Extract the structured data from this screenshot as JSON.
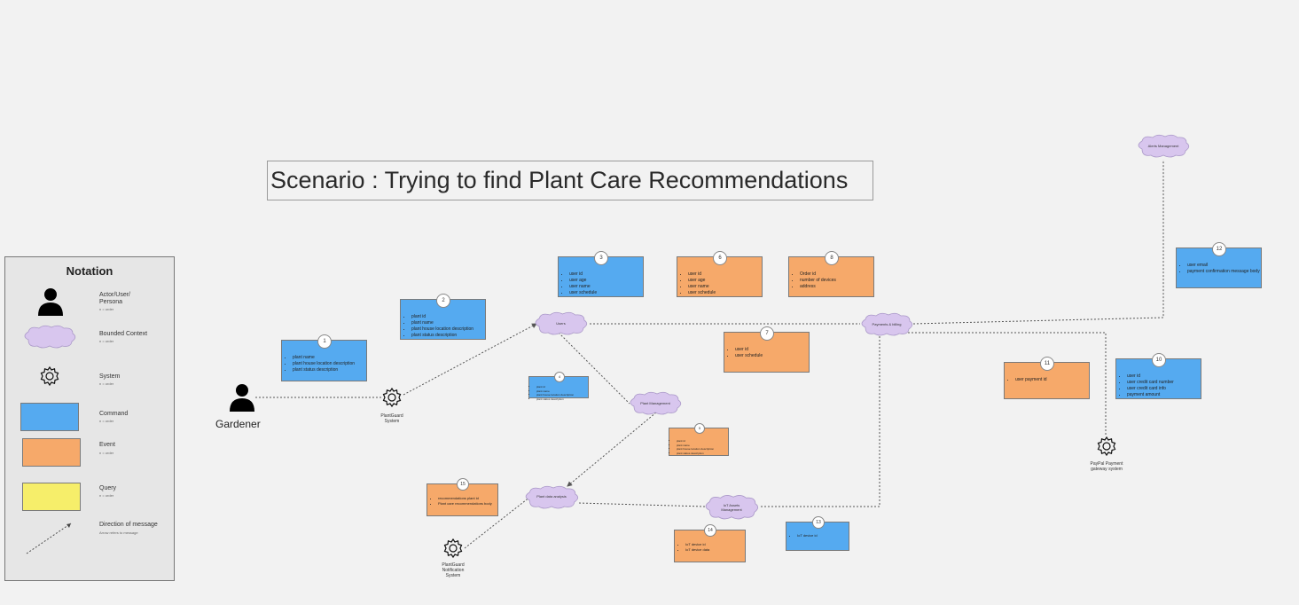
{
  "title": "Scenario : Trying to find Plant Care Recommendations",
  "notation": {
    "title": "Notation",
    "items": [
      {
        "label": "Actor/User/\nPersona",
        "sub": "n = order"
      },
      {
        "label": "Bounded Context",
        "sub": "n = order"
      },
      {
        "label": "System",
        "sub": "n = order"
      },
      {
        "label": "Command",
        "sub": "n = order"
      },
      {
        "label": "Event",
        "sub": "n = order"
      },
      {
        "label": "Query",
        "sub": "n = order"
      },
      {
        "label": "Direction of message",
        "sub": "Arrow refers to message"
      }
    ]
  },
  "actor": {
    "label": "Gardener"
  },
  "systems": {
    "plantguard": "PlantGuard\nSystem",
    "notification": "PlantGuard\nNotification\nSystem",
    "paypal": "PayPal Payment\ngateway system"
  },
  "contexts": {
    "users": "Users",
    "plant_management": "Plant Management",
    "payments": "Payments & billing",
    "alerts": "Alerts Management",
    "data_analysis": "Plant data analysis",
    "iot": "IoT Assets\nManagement"
  },
  "cards": {
    "c1": {
      "num": "1",
      "items": [
        "plant name",
        "plant house location description",
        "plant status description"
      ]
    },
    "c2": {
      "num": "2",
      "items": [
        "plant id",
        "plant name",
        "plant house location description",
        "plant status description"
      ]
    },
    "c3": {
      "num": "3",
      "items": [
        "user id",
        "user age",
        "user name",
        "user schedule"
      ]
    },
    "c4": {
      "num": "4",
      "items": [
        "plant id",
        "plant name",
        "plant house location description",
        "plant status description"
      ]
    },
    "c5": {
      "num": "5",
      "items": [
        "plant id",
        "plant name",
        "plant house location description",
        "plant status description"
      ]
    },
    "c6": {
      "num": "6",
      "items": [
        "user id",
        "user age",
        "user name",
        "user schedule"
      ]
    },
    "c7": {
      "num": "7",
      "items": [
        "user id",
        "user schedule"
      ]
    },
    "c8": {
      "num": "8",
      "items": [
        "Order id",
        "number of devices",
        "address"
      ]
    },
    "c10": {
      "num": "10",
      "items": [
        "user id",
        "user credit card number",
        "user credit card info",
        "payment amount"
      ]
    },
    "c11": {
      "num": "11",
      "items": [
        "user payment id"
      ]
    },
    "c12": {
      "num": "12",
      "items": [
        "user email",
        "payment confirmation message body"
      ]
    },
    "c13": {
      "num": "13",
      "items": [
        "IoT device id"
      ]
    },
    "c14": {
      "num": "14",
      "items": [
        "IoT device id",
        "IoT device data"
      ]
    },
    "c15": {
      "num": "15",
      "items": [
        "recommendations plant id",
        "Plant care recommendations body"
      ]
    }
  },
  "colors": {
    "command": "#55aaf0",
    "event": "#f6a96a",
    "query": "#f6ee6a",
    "context": "#d8c6ee"
  }
}
